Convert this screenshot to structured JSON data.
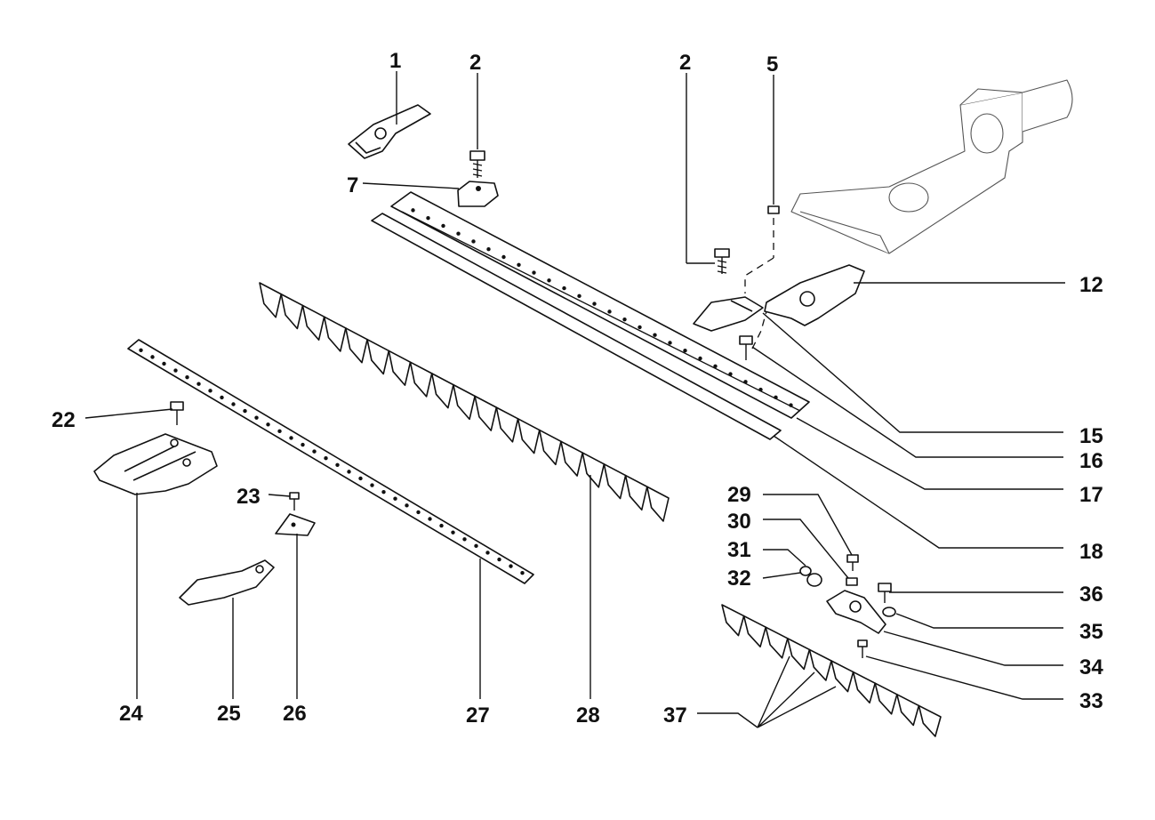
{
  "diagram": {
    "colors": {
      "ink": "#111111",
      "paper": "#ffffff",
      "faint": "#555555"
    },
    "callouts": {
      "c1": "1",
      "c2a": "2",
      "c2b": "2",
      "c5": "5",
      "c7": "7",
      "c12": "12",
      "c15": "15",
      "c16": "16",
      "c17": "17",
      "c18": "18",
      "c22": "22",
      "c23": "23",
      "c24": "24",
      "c25": "25",
      "c26": "26",
      "c27": "27",
      "c28": "28",
      "c29": "29",
      "c30": "30",
      "c31": "31",
      "c32": "32",
      "c33": "33",
      "c34": "34",
      "c35": "35",
      "c36": "36",
      "c37": "37"
    }
  }
}
